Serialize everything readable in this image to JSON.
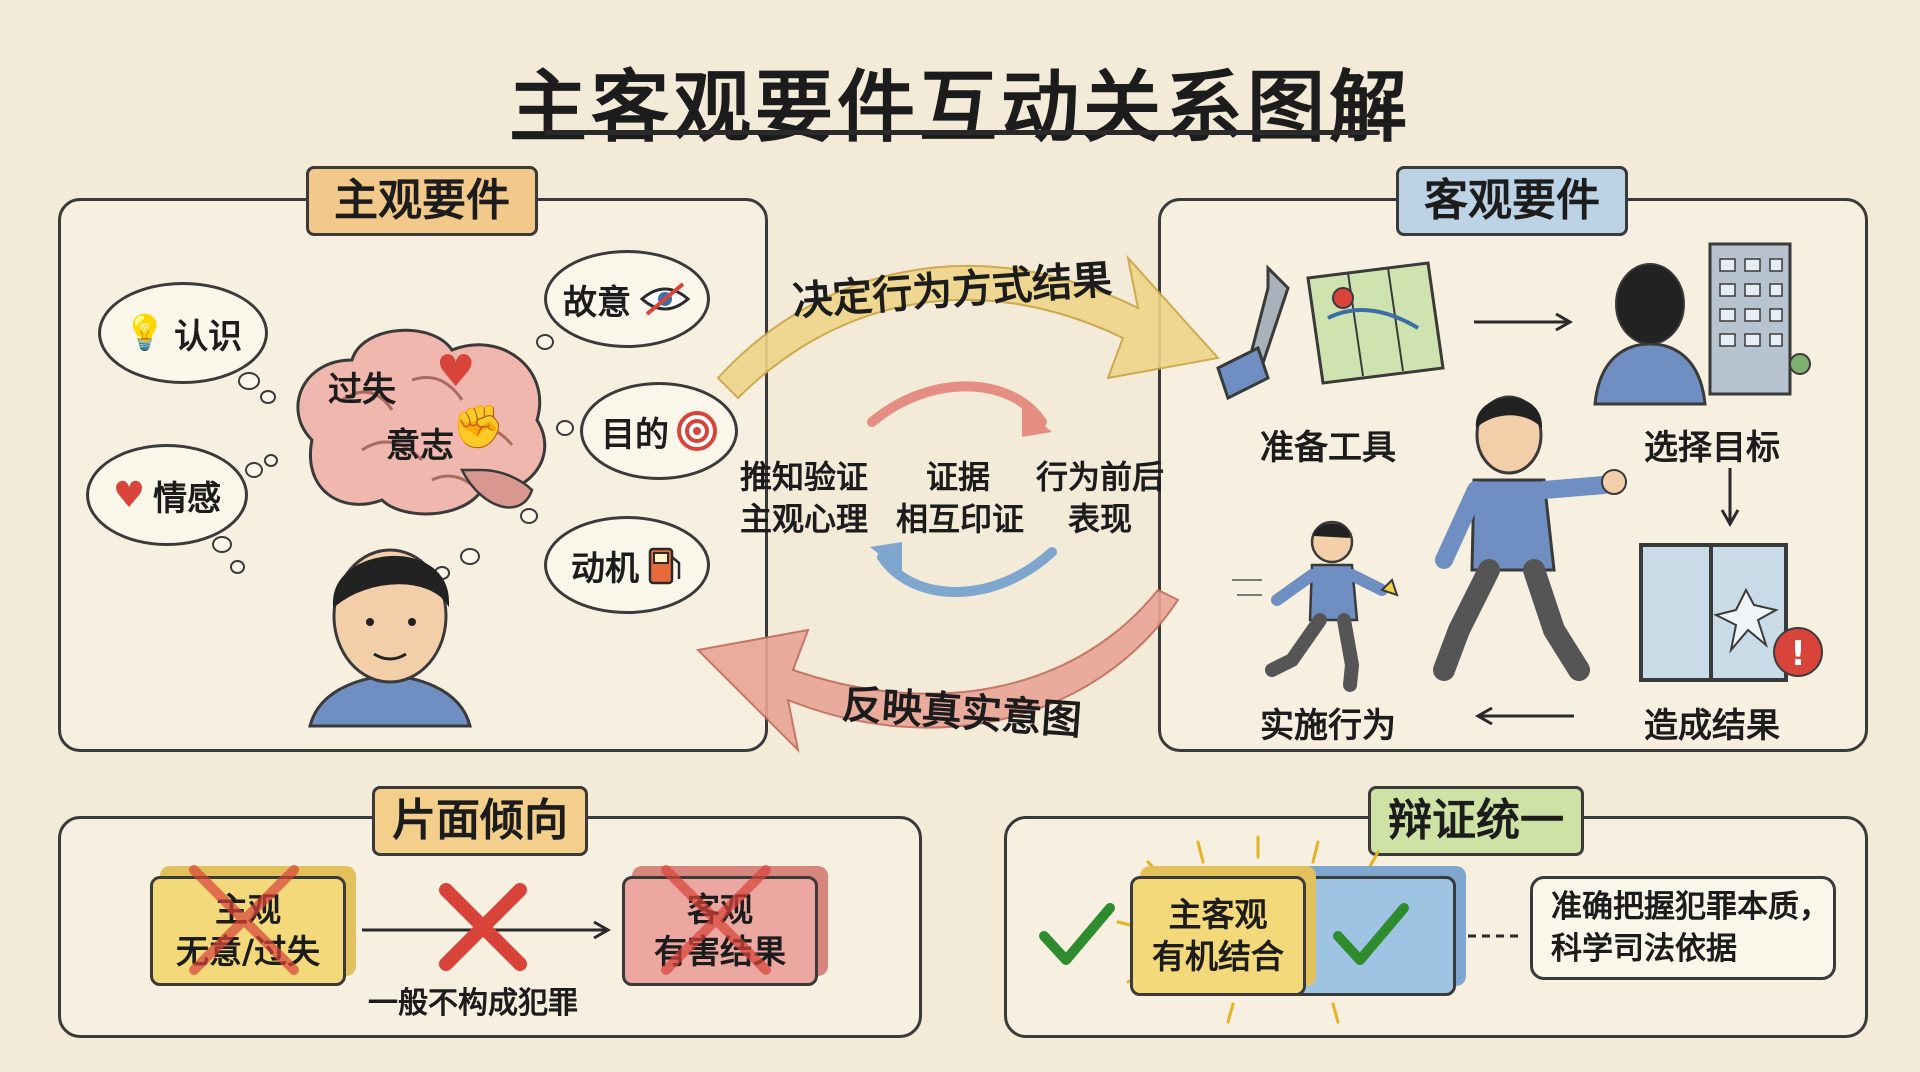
{
  "title": "主客观要件互动关系图解",
  "subjective": {
    "tag": "主观要件",
    "bubbles": [
      "认识",
      "情感",
      "故意",
      "目的",
      "动机"
    ],
    "brain_labels": [
      "过失",
      "意志"
    ]
  },
  "objective": {
    "tag": "客观要件",
    "steps": [
      "准备工具",
      "选择目标",
      "实施行为",
      "造成结果"
    ]
  },
  "center": {
    "top_arrow": "决定行为方式结果",
    "bottom_arrow": "反映真实意图",
    "left_text": [
      "推知验证",
      "主观心理"
    ],
    "mid_text": [
      "证据",
      "相互印证"
    ],
    "right_text": [
      "行为前后",
      "表现"
    ]
  },
  "one_sided": {
    "tag": "片面倾向",
    "left_box": [
      "主观",
      "无意/过失"
    ],
    "right_box": [
      "客观",
      "有害结果"
    ],
    "caption": "一般不构成犯罪"
  },
  "unity": {
    "tag": "辩证统一",
    "puzzle_text": [
      "主客观",
      "有机结合"
    ],
    "note": [
      "准确把握犯罪本质，",
      "科学司法依据"
    ]
  },
  "colors": {
    "subjective_tag": "#f2c98a",
    "objective_tag": "#bcd3e6",
    "one_sided_tag": "#f4cf8b",
    "unity_tag": "#cfe2a6",
    "top_arrow": "#efd58a",
    "bottom_arrow": "#e9a596",
    "yellow_box": "#f3d97a",
    "red_box": "#eba7a0",
    "blue_box": "#9fc3e2",
    "check_green": "#2e8b2e",
    "cross_red": "#d9443a"
  }
}
